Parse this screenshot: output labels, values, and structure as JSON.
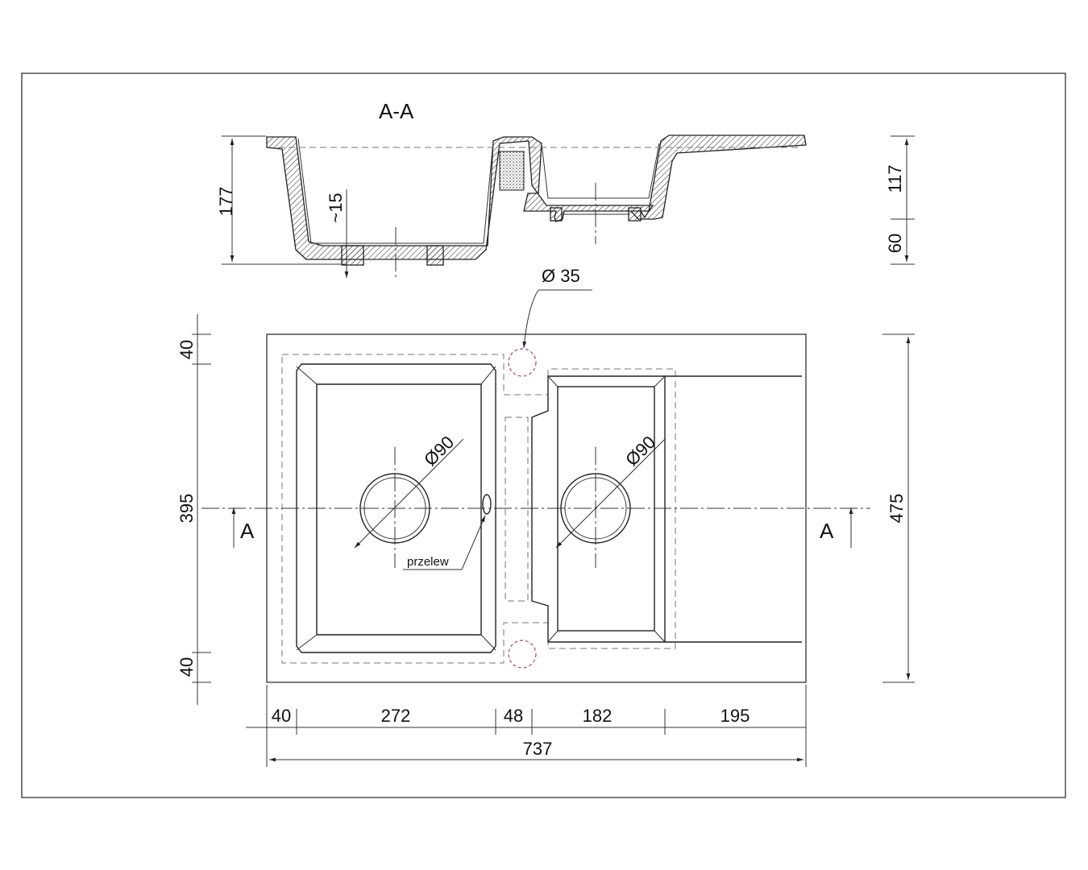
{
  "section": {
    "title": "A-A",
    "dim_depth_left": "177",
    "dim_wall": "~15",
    "dim_depth_right": "117",
    "dim_drop": "60"
  },
  "plan": {
    "overflow_hole_label": "Ø 35",
    "drain_left_label": "Ø90",
    "drain_right_label": "Ø90",
    "overflow_label": "przelew",
    "section_marker_left": "A",
    "section_marker_right": "A",
    "dim_left_top": "40",
    "dim_left_mid": "395",
    "dim_left_bottom": "40",
    "dim_right_total": "475"
  },
  "bottom_dims": {
    "d1": "40",
    "d2": "272",
    "d3": "48",
    "d4": "182",
    "d5": "195",
    "total": "737"
  }
}
